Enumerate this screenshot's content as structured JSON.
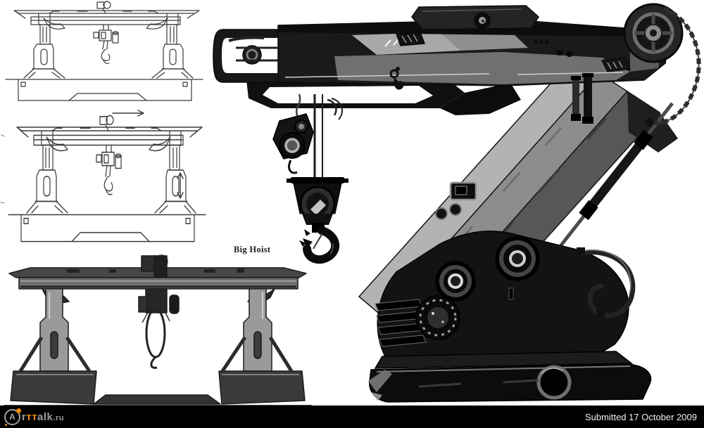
{
  "page": {
    "background_color": "#ffffff"
  },
  "artwork": {
    "title_annotation": "Big Hoist",
    "panels": [
      {
        "id": "gantry-hoist-line-sketch-top"
      },
      {
        "id": "gantry-hoist-line-sketch-middle-with-motion-arrows"
      },
      {
        "id": "gantry-hoist-shaded-render-bottom"
      },
      {
        "id": "big-hoist-crane-render-right"
      }
    ]
  },
  "footer": {
    "background_color": "#000000",
    "submitted": "Submitted 17 October 2009",
    "logo": {
      "circle_letter": "A",
      "seg_r": "r",
      "seg_tt": "тт",
      "seg_alk": "alk",
      "seg_ru": ".ru",
      "accent_color": "#ef8a05",
      "text_color": "#9c9c9c"
    }
  }
}
